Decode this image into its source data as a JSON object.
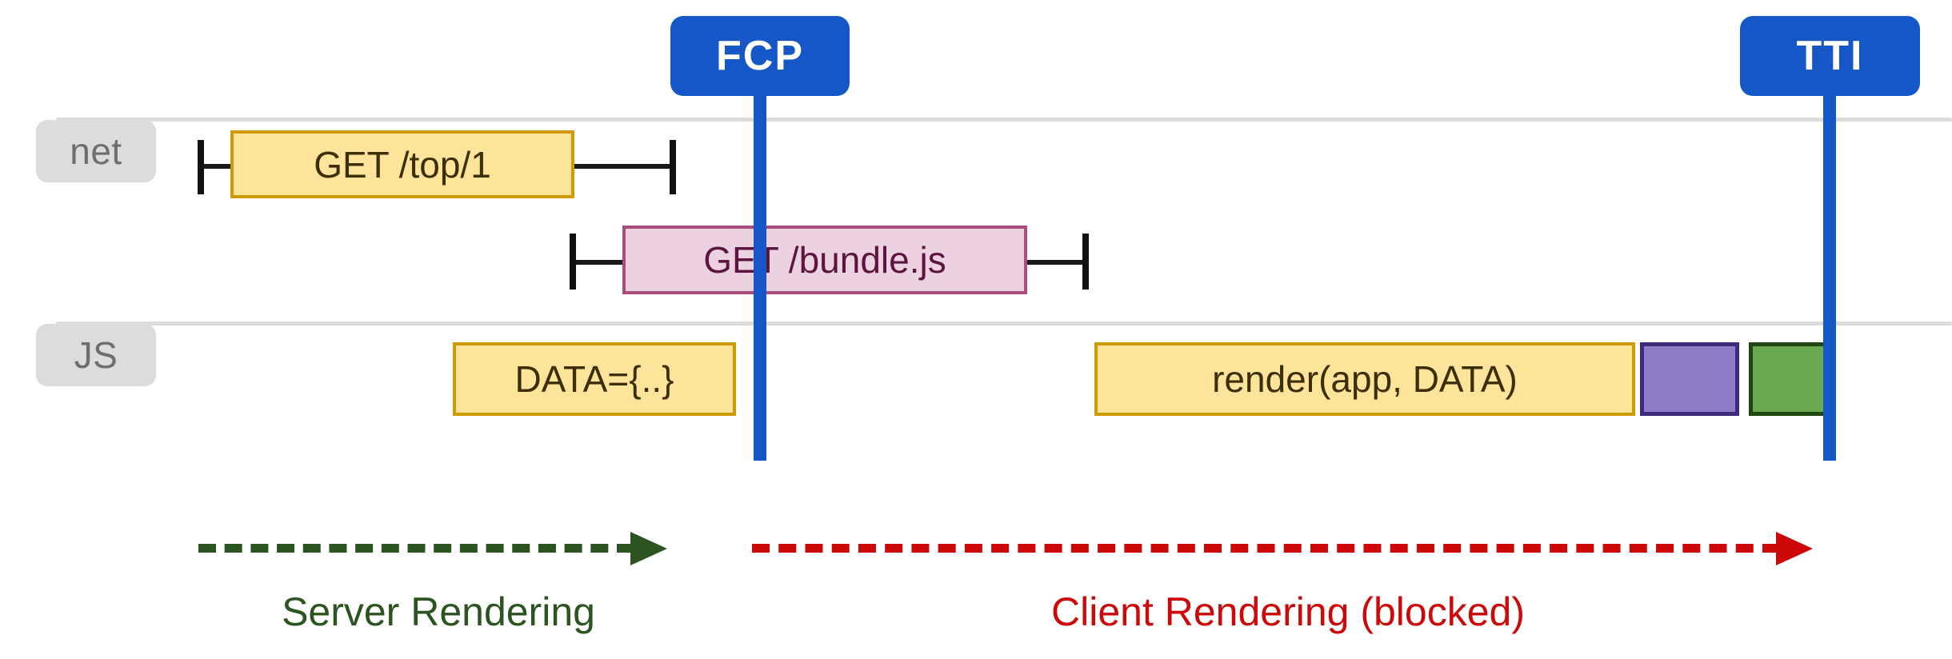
{
  "diagram": {
    "title_hidden": "SSR vs Client Rendering timeline",
    "colors": {
      "marker_blue": "#1557c7",
      "track_gray": "#dcdcdc",
      "chip_text": "#6e6e6e",
      "yellow_fill": "#fde49a",
      "yellow_border": "#cf9a06",
      "yellow_text": "#3b2e08",
      "pink_fill": "#ecd2e1",
      "pink_border": "#ab4c80",
      "pink_text": "#5b1540",
      "purple_fill": "#8d7cc8",
      "purple_border": "#3d2a7c",
      "green_fill": "#6aa84f",
      "green_border": "#204711",
      "server_green": "#2b5420",
      "client_red": "#cc0808",
      "whisker_black": "#111111"
    }
  },
  "tracks": [
    {
      "id": "net",
      "label": "net"
    },
    {
      "id": "js",
      "label": "JS"
    }
  ],
  "markers": [
    {
      "id": "fcp",
      "label": "FCP"
    },
    {
      "id": "tti",
      "label": "TTI"
    }
  ],
  "net_spans": [
    {
      "id": "get-top",
      "label": "GET /top/1",
      "style": "yellow"
    },
    {
      "id": "get-bundle",
      "label": "GET /bundle.js",
      "style": "pink"
    }
  ],
  "js_spans": [
    {
      "id": "data-assign",
      "label": "DATA={..}",
      "style": "yellow"
    },
    {
      "id": "render-call",
      "label": "render(app, DATA)",
      "style": "yellow"
    },
    {
      "id": "task-purple",
      "label": "",
      "style": "purple"
    },
    {
      "id": "task-green",
      "label": "",
      "style": "green"
    }
  ],
  "phases": [
    {
      "id": "server",
      "label": "Server Rendering",
      "color": "#2b5420"
    },
    {
      "id": "client",
      "label": "Client Rendering (blocked)",
      "color": "#cc0808"
    }
  ]
}
